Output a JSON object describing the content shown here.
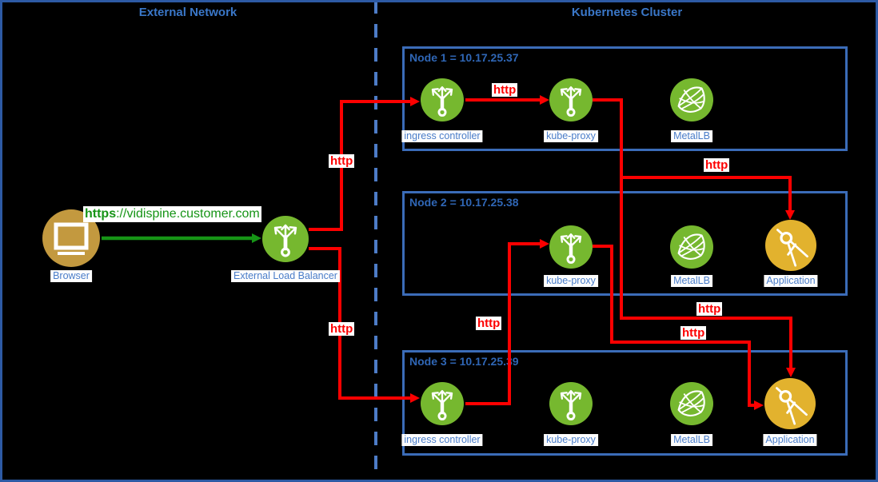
{
  "titles": {
    "external": "External Network",
    "cluster": "Kubernetes Cluster"
  },
  "nodes": {
    "node1": {
      "label": "Node 1 = 10.17.25.37"
    },
    "node2": {
      "label": "Node 2 = 10.17.25.38"
    },
    "node3": {
      "label": "Node 3 = 10.17.25.39"
    }
  },
  "components": {
    "browser": "Browser",
    "load_balancer": "External Load Balancer",
    "ingress_controller": "ingress controller",
    "kube_proxy": "kube-proxy",
    "metallb": "MetalLB",
    "application": "Application"
  },
  "labels": {
    "http": "http",
    "https_scheme": "https",
    "https_rest": "://vidispine.customer.com"
  },
  "colors": {
    "background": "#000000",
    "outer_border": "#2d5aa4",
    "node_border": "#3b6cb8",
    "separator_dash": "#4d7cc7",
    "title_text": "#3a77c8",
    "node_label_text": "#2f66b5",
    "component_label_text": "#4a7dc9",
    "http_red": "#fd0000",
    "https_green": "#169416",
    "component_green": "#76b82f",
    "application_gold": "#e2b22e",
    "browser_gold": "#c3993f"
  }
}
